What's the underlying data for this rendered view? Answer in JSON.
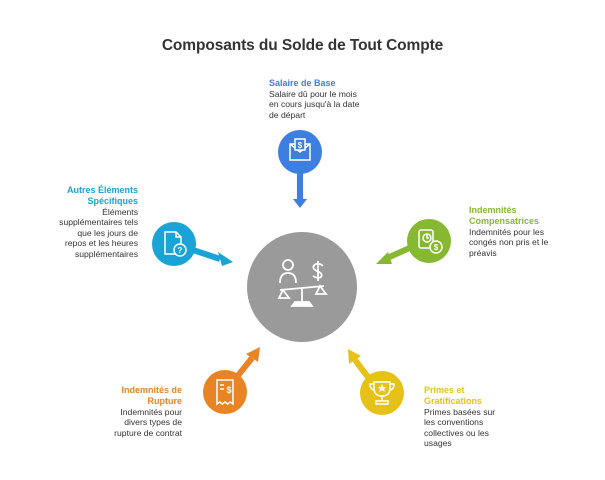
{
  "title": "Composants du Solde de Tout Compte",
  "colors": {
    "center": "#9a9a9a",
    "blue": "#3d7fe0",
    "green": "#86b832",
    "yellow": "#e6c118",
    "orange": "#e88424",
    "cyan": "#1aa3d6"
  },
  "center": {
    "icons": [
      "person-icon",
      "dollar-icon",
      "scale-icon"
    ]
  },
  "components": [
    {
      "id": "salaire",
      "title": "Salaire de Base",
      "description": "Salaire dû pour le mois en cours jusqu'à la date de départ",
      "icon": "envelope-dollar-icon",
      "color": "#3d7fe0"
    },
    {
      "id": "indemnites-comp",
      "title": "Indemnités Compensatrices",
      "description": "Indemnités pour les congés non pris et le préavis",
      "icon": "clock-dollar-icon",
      "color": "#86b832"
    },
    {
      "id": "primes",
      "title": "Primes et Gratifications",
      "description": "Primes basées sur les conventions collectives ou les usages",
      "icon": "trophy-icon",
      "color": "#e6c118"
    },
    {
      "id": "indemnites-rupture",
      "title": "Indemnités de Rupture",
      "description": "Indemnités pour divers types de rupture de contrat",
      "icon": "receipt-dollar-icon",
      "color": "#e88424"
    },
    {
      "id": "autres",
      "title": "Autres Éléments Spécifiques",
      "description": "Éléments supplémentaires tels que les jours de repos et les heures supplémentaires",
      "icon": "document-question-icon",
      "color": "#1aa3d6"
    }
  ]
}
